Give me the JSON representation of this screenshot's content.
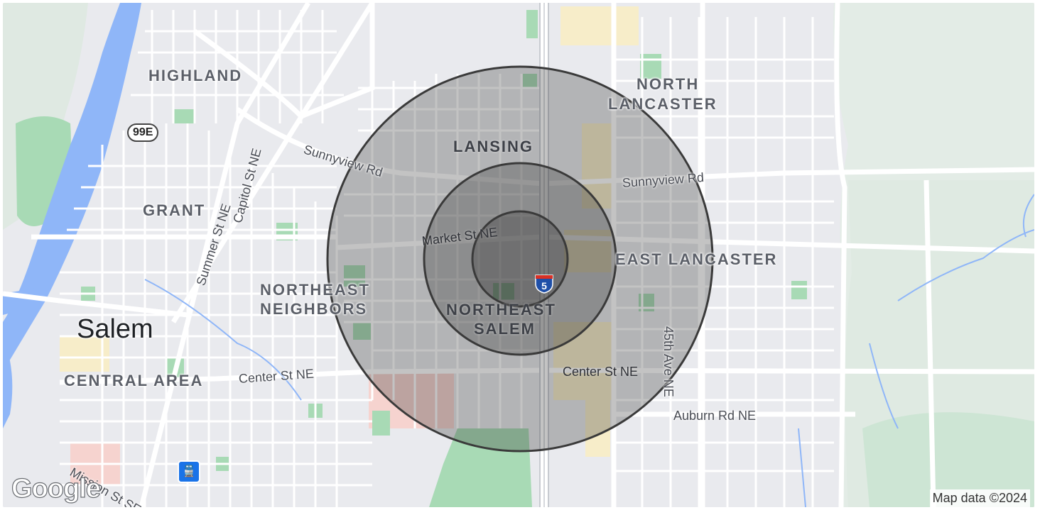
{
  "map": {
    "attribution": "Map data ©2024",
    "logo": "Google",
    "radius_rings": {
      "count": 3,
      "fill": "rgba(40,40,40,0.28)",
      "stroke": "#3a3a3a"
    },
    "colors": {
      "water": "#8fb6f8",
      "park": "#a8dab5",
      "land": "#e9eaee",
      "road": "#ffffff",
      "forest": "#cfe6d6",
      "commercial": "#f7edc9"
    }
  },
  "areas": {
    "highland": "HIGHLAND",
    "north_lancaster_1": "NORTH",
    "north_lancaster_2": "LANCASTER",
    "lansing": "LANSING",
    "grant": "GRANT",
    "east_lancaster": "EAST LANCASTER",
    "northeast_neighbors_1": "NORTHEAST",
    "northeast_neighbors_2": "NEIGHBORS",
    "northeast_salem_1": "NORTHEAST",
    "northeast_salem_2": "SALEM",
    "salem": "Salem",
    "central_area": "CENTRAL AREA"
  },
  "roads": {
    "sunnyview_west": "Sunnyview Rd",
    "sunnyview_east": "Sunnyview Rd",
    "capitol": "Capitol St NE",
    "summer": "Summer St NE",
    "market": "Market St NE",
    "center_west": "Center St NE",
    "center_east": "Center St NE",
    "auburn": "Auburn Rd NE",
    "45th": "45th Ave NE",
    "mission": "Mission St SE"
  },
  "shields": {
    "us99e": "99E",
    "i5": "5"
  },
  "icons": {
    "transit": "train-station-icon"
  }
}
